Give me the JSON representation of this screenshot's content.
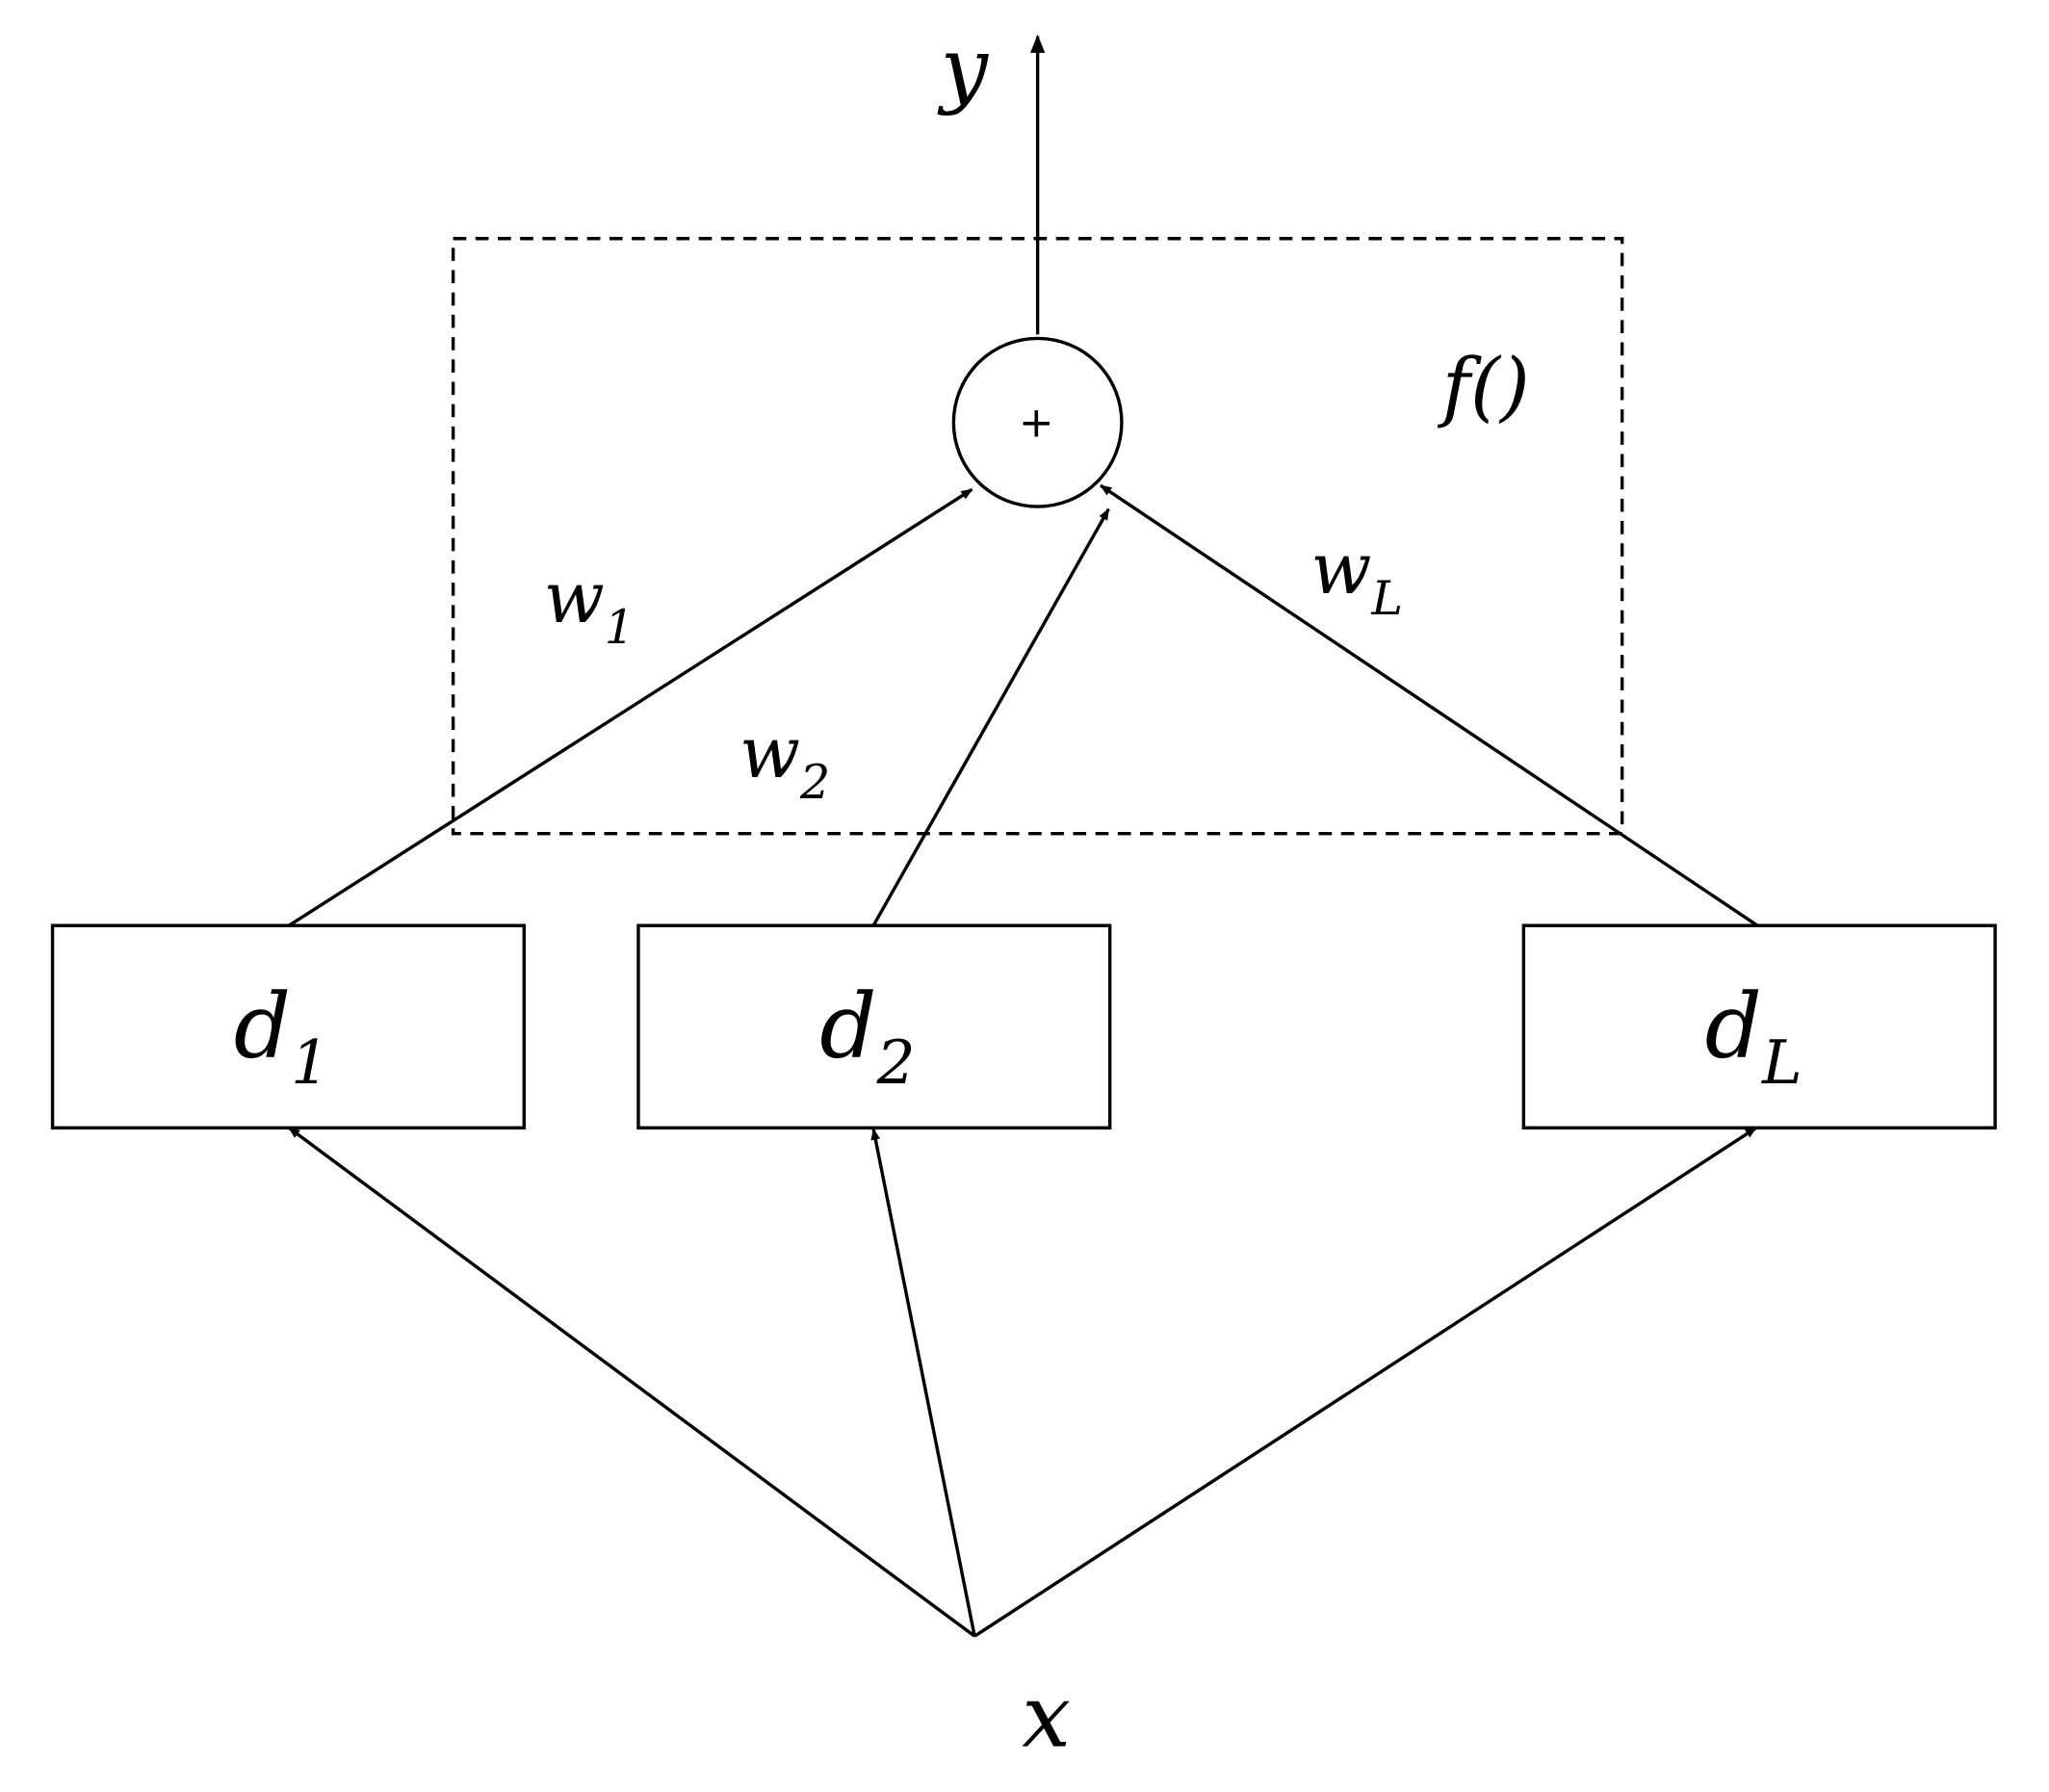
{
  "colors": {
    "stroke": "#000000",
    "background": "#ffffff"
  },
  "output_label": "y",
  "input_label": "x",
  "summer": {
    "symbol": "+"
  },
  "combiner_label": "f()",
  "weights": [
    {
      "base": "w",
      "sub": "1"
    },
    {
      "base": "w",
      "sub": "2"
    },
    {
      "base": "w",
      "sub": "L"
    }
  ],
  "learners": [
    {
      "base": "d",
      "sub": "1"
    },
    {
      "base": "d",
      "sub": "2"
    },
    {
      "base": "d",
      "sub": "L"
    }
  ]
}
